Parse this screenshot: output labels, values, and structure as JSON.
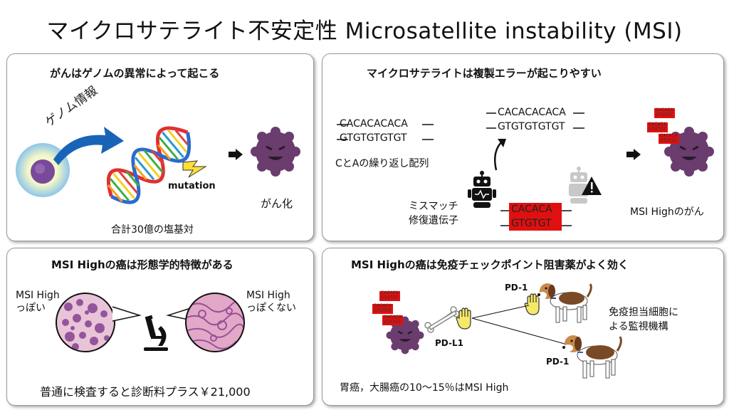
{
  "title": "マイクロサテライト不安定性 Microsatellite instability (MSI)",
  "panel1": {
    "title": "がんはゲノムの異常によって起こる",
    "genome_label": "ゲノム情報",
    "mutation": "mutation",
    "cancer": "がん化",
    "base_pairs": "合計30億の塩基対"
  },
  "panel2": {
    "title": "マイクロサテライトは複製エラーが起こりやすい",
    "seq_top": "CACACACACA",
    "seq_bottom": "GTGTGTGTGT",
    "repeat_desc": "CとAの繰り返し配列",
    "mismatch": "ミスマッチ\n修復遺伝子",
    "red_top": "CACACA",
    "red_bottom": "GTGTGT",
    "msi_cancer": "MSI Highのがん",
    "mini_top": "CACACA",
    "mini_bottom": "GTGTGT"
  },
  "panel3": {
    "title": "MSI Highの癌は形態学的特徴がある",
    "left_label": "MSI High\nっぽい",
    "right_label": "MSI High\nっぽくない",
    "bottom": "普通に検査すると診断料プラス￥21,000"
  },
  "panel4": {
    "title": "MSI Highの癌は免疫チェックポイント阻害薬がよく効く",
    "pd1": "PD-1",
    "pdl1": "PD-L1",
    "immune": "免疫担当細胞に\nよる監視機構",
    "bottom": "胃癌，大腸癌の10～15％はMSI High"
  },
  "colors": {
    "red": "#e01010",
    "purple": "#6a3d6e",
    "arrow_blue": "#1a64b8",
    "dna_red": "#e03030",
    "dna_blue": "#2a6ad0",
    "yellow": "#ffe033"
  }
}
